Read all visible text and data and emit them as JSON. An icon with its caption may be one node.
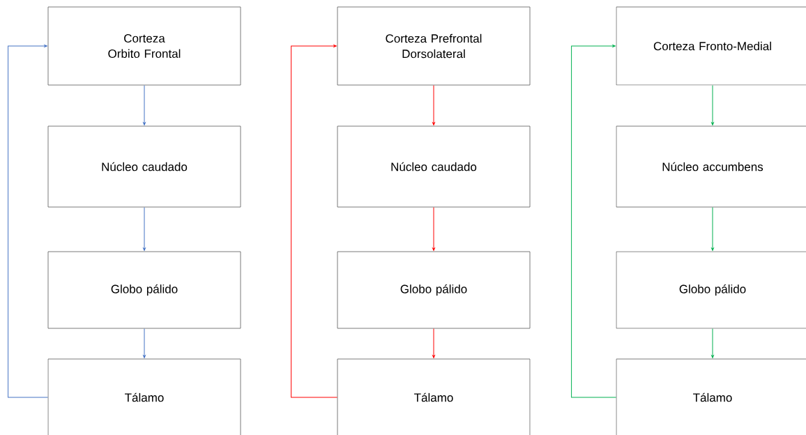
{
  "diagram": {
    "nodes": [
      {
        "text": [
          "Corteza Orbito Frontal"
        ]
      },
      {
        "text": [
          "Núcleo caudado"
        ]
      },
      {
        "text": [
          "Globo pálido"
        ]
      },
      {
        "text": [
          "Tálamo"
        ]
      },
      {
        "text": [
          "Corteza Prefrontal Dorsolateral"
        ]
      },
      {
        "text": [
          "Núcleo caudado"
        ]
      },
      {
        "text": [
          "Globo pálido"
        ]
      },
      {
        "text": [
          "Tálamo"
        ]
      },
      {
        "text": [
          "Corteza Fronto-Medial"
        ]
      },
      {
        "text": [
          "Núcleo accumbens"
        ]
      },
      {
        "text": [
          "Globo pálido"
        ]
      },
      {
        "text": [
          "Tálamo"
        ]
      }
    ],
    "edges": [
      {
        "from": 0,
        "to": 1,
        "arrow": "to",
        "color": "#4472c4"
      },
      {
        "from": 1,
        "to": 2,
        "arrow": "to",
        "color": "#4472c4"
      },
      {
        "from": 2,
        "to": 3,
        "arrow": "to",
        "color": "#4472c4"
      },
      {
        "from": 3,
        "to": 0,
        "arrow": "to",
        "color": "#4472c4"
      },
      {
        "from": 4,
        "to": 5,
        "arrow": "to",
        "color": "#ff0000"
      },
      {
        "from": 5,
        "to": 6,
        "arrow": "to",
        "color": "#ff0000"
      },
      {
        "from": 6,
        "to": 7,
        "arrow": "to",
        "color": "#ff0000"
      },
      {
        "from": 7,
        "to": 4,
        "arrow": "to",
        "color": "#ff0000"
      },
      {
        "from": 8,
        "to": 9,
        "arrow": "to",
        "color": "#00b050"
      },
      {
        "from": 9,
        "to": 10,
        "arrow": "to",
        "color": "#00b050"
      },
      {
        "from": 10,
        "to": 11,
        "arrow": "to",
        "color": "#00b050"
      },
      {
        "from": 11,
        "to": 8,
        "arrow": "to",
        "color": "#00b050"
      }
    ]
  }
}
